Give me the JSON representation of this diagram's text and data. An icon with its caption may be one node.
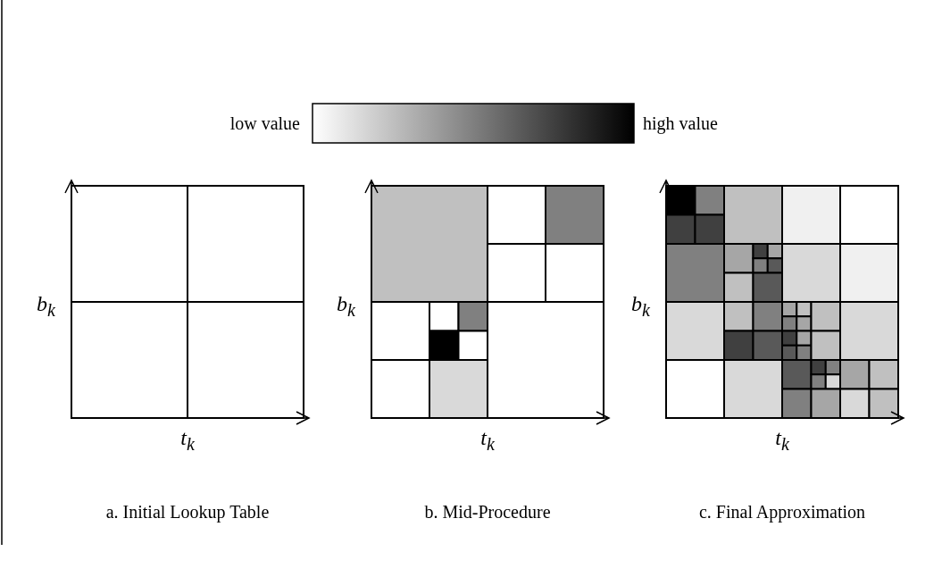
{
  "diagram": {
    "labels": [
      "low value",
      "high value",
      "b$_{k}$",
      "b$_{k}$",
      "b$_{k}$",
      "t$_{k}$",
      "t$_{k}$",
      "t$_{k}$",
      "a. Initial Lookup Table",
      "b. Mid-Procedure",
      "c. Final Approximation"
    ]
  }
}
